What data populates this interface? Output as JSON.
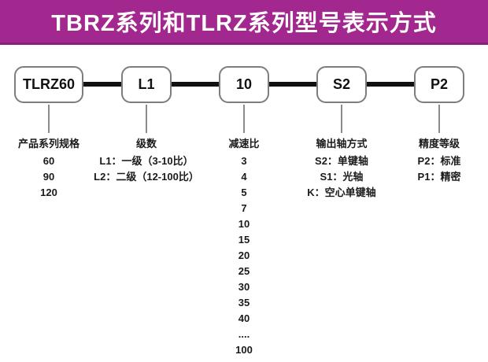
{
  "header": {
    "title": "TBRZ系列和TLRZ系列型号表示方式"
  },
  "colors": {
    "header_bg": "#A2278E",
    "header_border": "#8A1F78",
    "title_text": "#FFFFFF",
    "box_border": "#7D7D7D",
    "connector": "#111111",
    "text": "#1A1A1A"
  },
  "columns": [
    {
      "code": "TLRZ60",
      "label": "产品系列规格",
      "items": [
        "60",
        "90",
        "120"
      ]
    },
    {
      "code": "L1",
      "label": "级数",
      "items": [
        "L1：一级（3-10比）",
        "L2：二级（12-100比）"
      ]
    },
    {
      "code": "10",
      "label": "减速比",
      "items": [
        "3",
        "4",
        "5",
        "7",
        "10",
        "15",
        "20",
        "25",
        "30",
        "35",
        "40",
        "....",
        "100"
      ]
    },
    {
      "code": "S2",
      "label": "输出轴方式",
      "items": [
        "S2：单键轴",
        "S1：光轴",
        "K：空心单键轴"
      ]
    },
    {
      "code": "P2",
      "label": "精度等级",
      "items": [
        "P2：标准",
        "P1：精密"
      ]
    }
  ]
}
